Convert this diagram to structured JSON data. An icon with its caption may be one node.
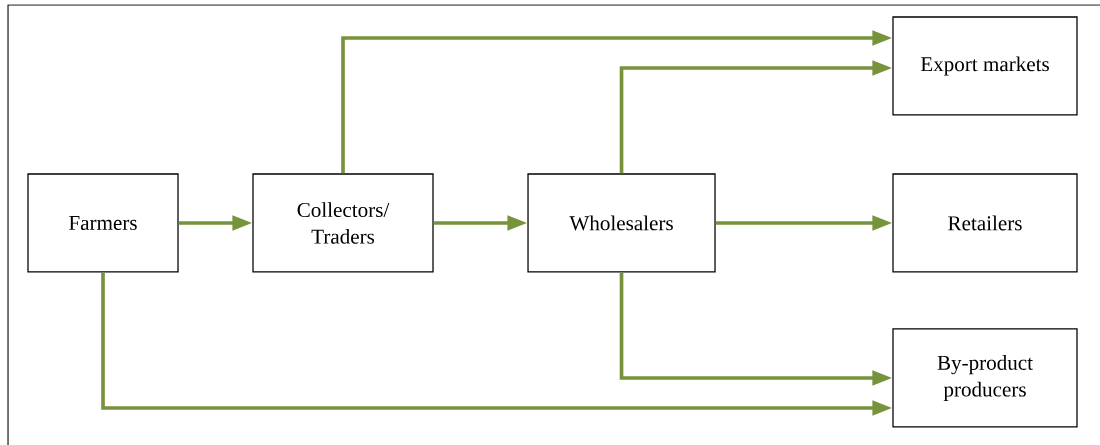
{
  "diagram": {
    "nodes": [
      {
        "text": [
          "Farmers"
        ]
      },
      {
        "text": [
          "Collectors/ Traders"
        ]
      },
      {
        "text": [
          "Wholesalers"
        ]
      },
      {
        "text": [
          "Export markets"
        ]
      },
      {
        "text": [
          "Retailers"
        ]
      },
      {
        "text": [
          "By-product producers"
        ]
      }
    ],
    "edges": [
      {
        "from": 0,
        "to": 1,
        "arrow": "to"
      },
      {
        "from": 1,
        "to": 2,
        "arrow": "to"
      },
      {
        "from": 2,
        "to": 4,
        "arrow": "to"
      },
      {
        "from": 1,
        "to": 3,
        "arrow": "to"
      },
      {
        "from": 2,
        "to": 3,
        "arrow": "to"
      },
      {
        "from": 2,
        "to": 5,
        "arrow": "to"
      },
      {
        "from": 0,
        "to": 5,
        "arrow": "to"
      }
    ]
  }
}
